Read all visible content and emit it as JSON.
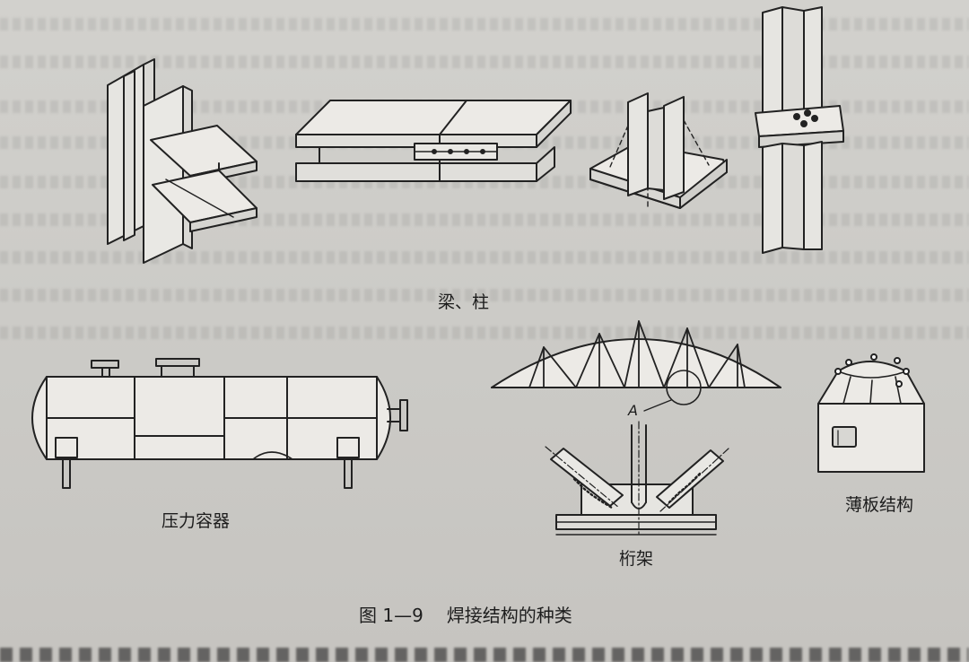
{
  "figure": {
    "number": "图 1—9",
    "title": "焊接结构的种类",
    "labels": {
      "beam_column": "梁、柱",
      "pressure_vessel": "压力容器",
      "truss": "桁架",
      "thin_plate": "薄板结构",
      "detail_mark": "A"
    }
  },
  "colors": {
    "ink": "#222222",
    "paper": "#cfcdc9"
  },
  "icons": [
    "beam-column-joint-icon",
    "beam-splice-icon",
    "column-base-icon",
    "column-splice-icon",
    "pressure-vessel-icon",
    "truss-icon",
    "truss-node-detail-icon",
    "thin-plate-structure-icon"
  ]
}
